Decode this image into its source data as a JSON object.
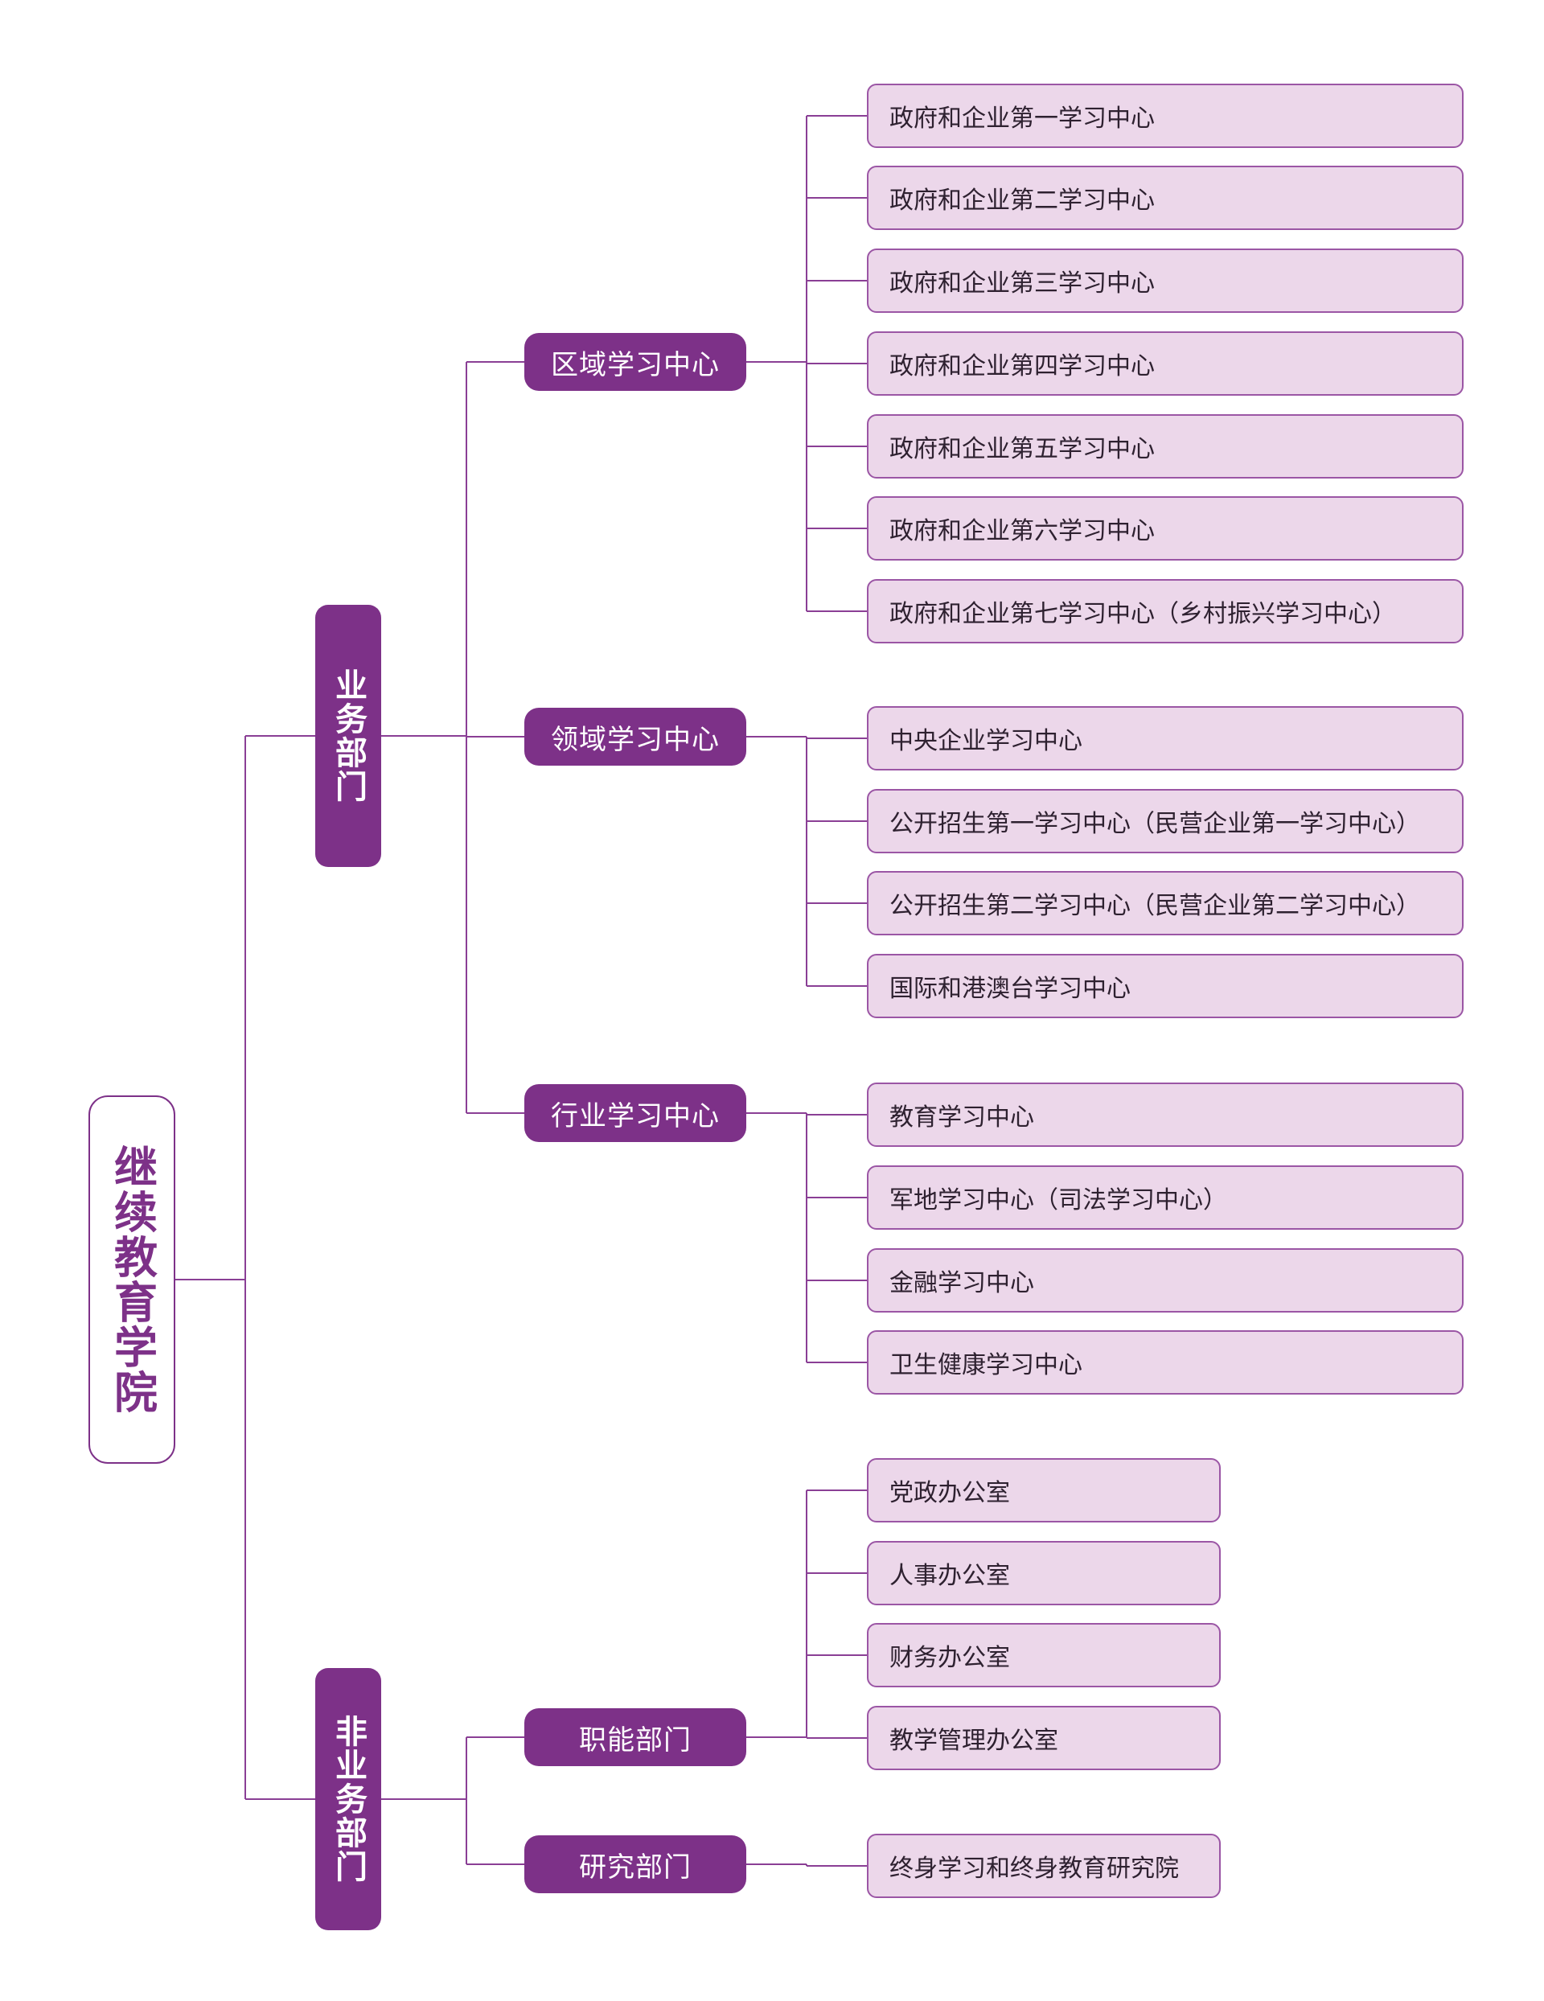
{
  "root": {
    "label": "继续教育学院"
  },
  "colors": {
    "accent": "#7d3188",
    "leaf_fill": "#ecd7ea",
    "leaf_border": "#9b56a5",
    "line": "#8a3f95"
  },
  "departments": [
    {
      "label": "业务部门",
      "centers": [
        {
          "label": "区域学习中心",
          "units": [
            "政府和企业第一学习中心",
            "政府和企业第二学习中心",
            "政府和企业第三学习中心",
            "政府和企业第四学习中心",
            "政府和企业第五学习中心",
            "政府和企业第六学习中心",
            "政府和企业第七学习中心（乡村振兴学习中心）"
          ]
        },
        {
          "label": "领域学习中心",
          "units": [
            "中央企业学习中心",
            "公开招生第一学习中心（民营企业第一学习中心）",
            "公开招生第二学习中心（民营企业第二学习中心）",
            "国际和港澳台学习中心"
          ]
        },
        {
          "label": "行业学习中心",
          "units": [
            "教育学习中心",
            "军地学习中心（司法学习中心）",
            "金融学习中心",
            "卫生健康学习中心"
          ]
        }
      ]
    },
    {
      "label": "非业务部门",
      "centers": [
        {
          "label": "职能部门",
          "units": [
            "党政办公室",
            "人事办公室",
            "财务办公室",
            "教学管理办公室"
          ]
        },
        {
          "label": "研究部门",
          "units": [
            "终身学习和终身教育研究院"
          ]
        }
      ]
    }
  ]
}
